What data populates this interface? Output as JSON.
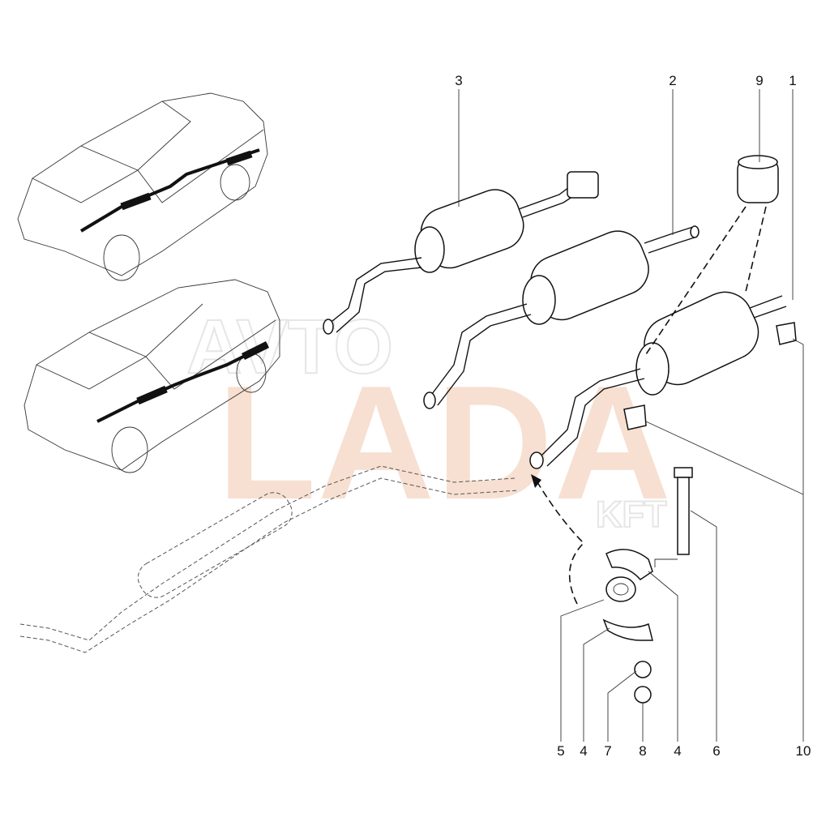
{
  "diagram": {
    "watermark": {
      "top": "AVTO",
      "main": "LADA",
      "suffix": "KFT"
    },
    "callouts": {
      "top": [
        "3",
        "2",
        "9",
        "1"
      ],
      "bottom": [
        "5",
        "4",
        "7",
        "8",
        "4",
        "6",
        "10"
      ]
    }
  }
}
